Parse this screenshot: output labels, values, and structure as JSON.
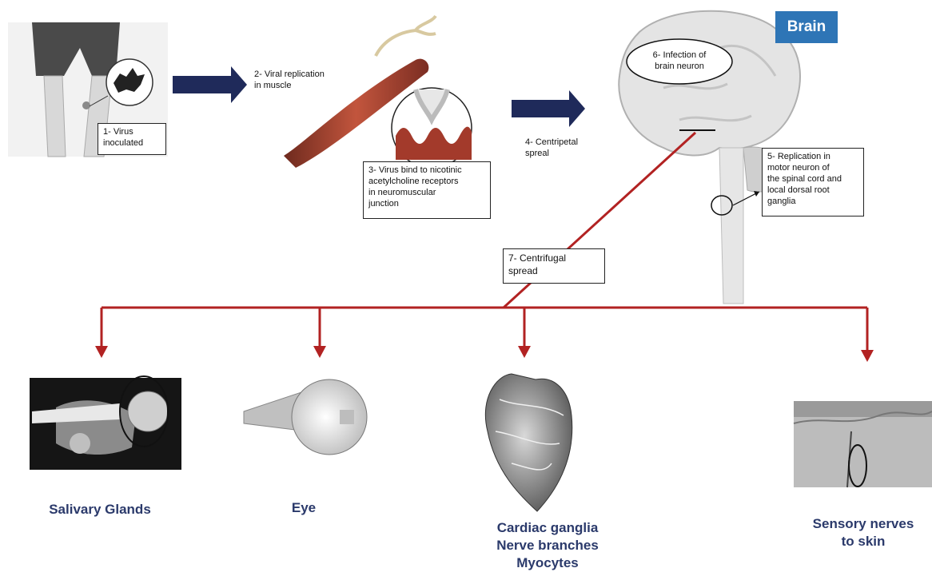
{
  "steps": {
    "step1": [
      "1- Virus",
      "inoculated"
    ],
    "step2": [
      "2- Viral replication",
      "in muscle"
    ],
    "step3": [
      "3- Virus bind to nicotinic",
      "acetylcholine receptors",
      "in  neuromuscular",
      "junction"
    ],
    "step4": [
      "4- Centripetal",
      "spreal"
    ],
    "step5": [
      "5- Replication in",
      "motor neuron  of",
      "the spinal cord and",
      "local dorsal  root",
      "ganglia"
    ],
    "step6": [
      "6- Infection of",
      "brain neuron"
    ],
    "step7": [
      "7- Centrifugal",
      "spread"
    ]
  },
  "brain_tag": "Brain",
  "targets": {
    "salivary": [
      "Salivary Glands"
    ],
    "eye": [
      "Eye"
    ],
    "cardiac": [
      "Cardiac ganglia",
      "Nerve branches",
      "Myocytes"
    ],
    "sensory": [
      "Sensory nerves",
      "to skin"
    ]
  },
  "colors": {
    "forward_arrow": "#1f2a5a",
    "centrifugal": "#b22222",
    "brain_tag_bg": "#2e75b6",
    "label_text": "#2b3a6b"
  }
}
